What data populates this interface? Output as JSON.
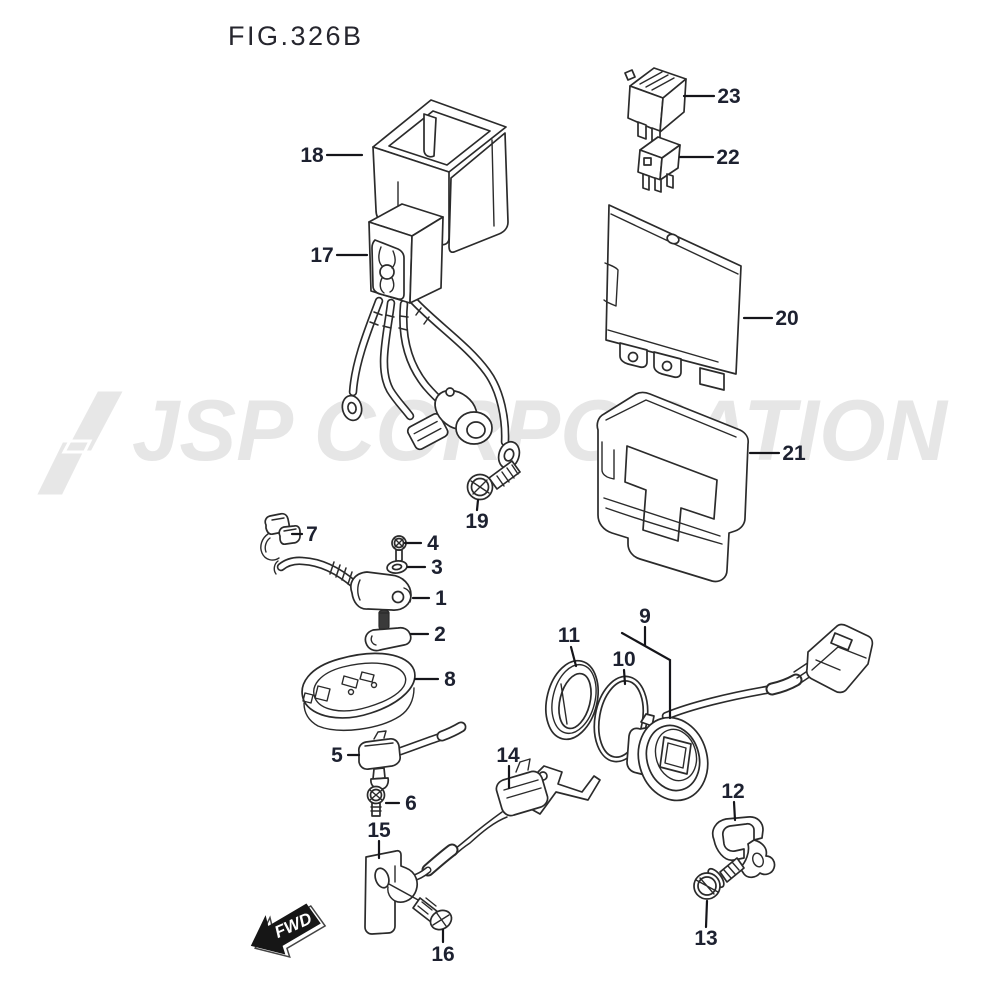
{
  "figure": {
    "title": "FIG.326B"
  },
  "watermark": {
    "text": "JSP CORPORATION",
    "color": "#e6e6e6"
  },
  "direction_arrow": {
    "label": "FWD"
  },
  "style": {
    "ink_color": "#2b2b2b",
    "label_color": "#1d2130",
    "background": "#ffffff"
  },
  "callouts": {
    "p1": "1",
    "p2": "2",
    "p3": "3",
    "p4": "4",
    "p5": "5",
    "p6": "6",
    "p7": "7",
    "p8": "8",
    "p9": "9",
    "p10": "10",
    "p11": "11",
    "p12": "12",
    "p13": "13",
    "p14": "14",
    "p15": "15",
    "p16": "16",
    "p17": "17",
    "p18": "18",
    "p19": "19",
    "p20": "20",
    "p21": "21",
    "p22": "22",
    "p23": "23"
  }
}
